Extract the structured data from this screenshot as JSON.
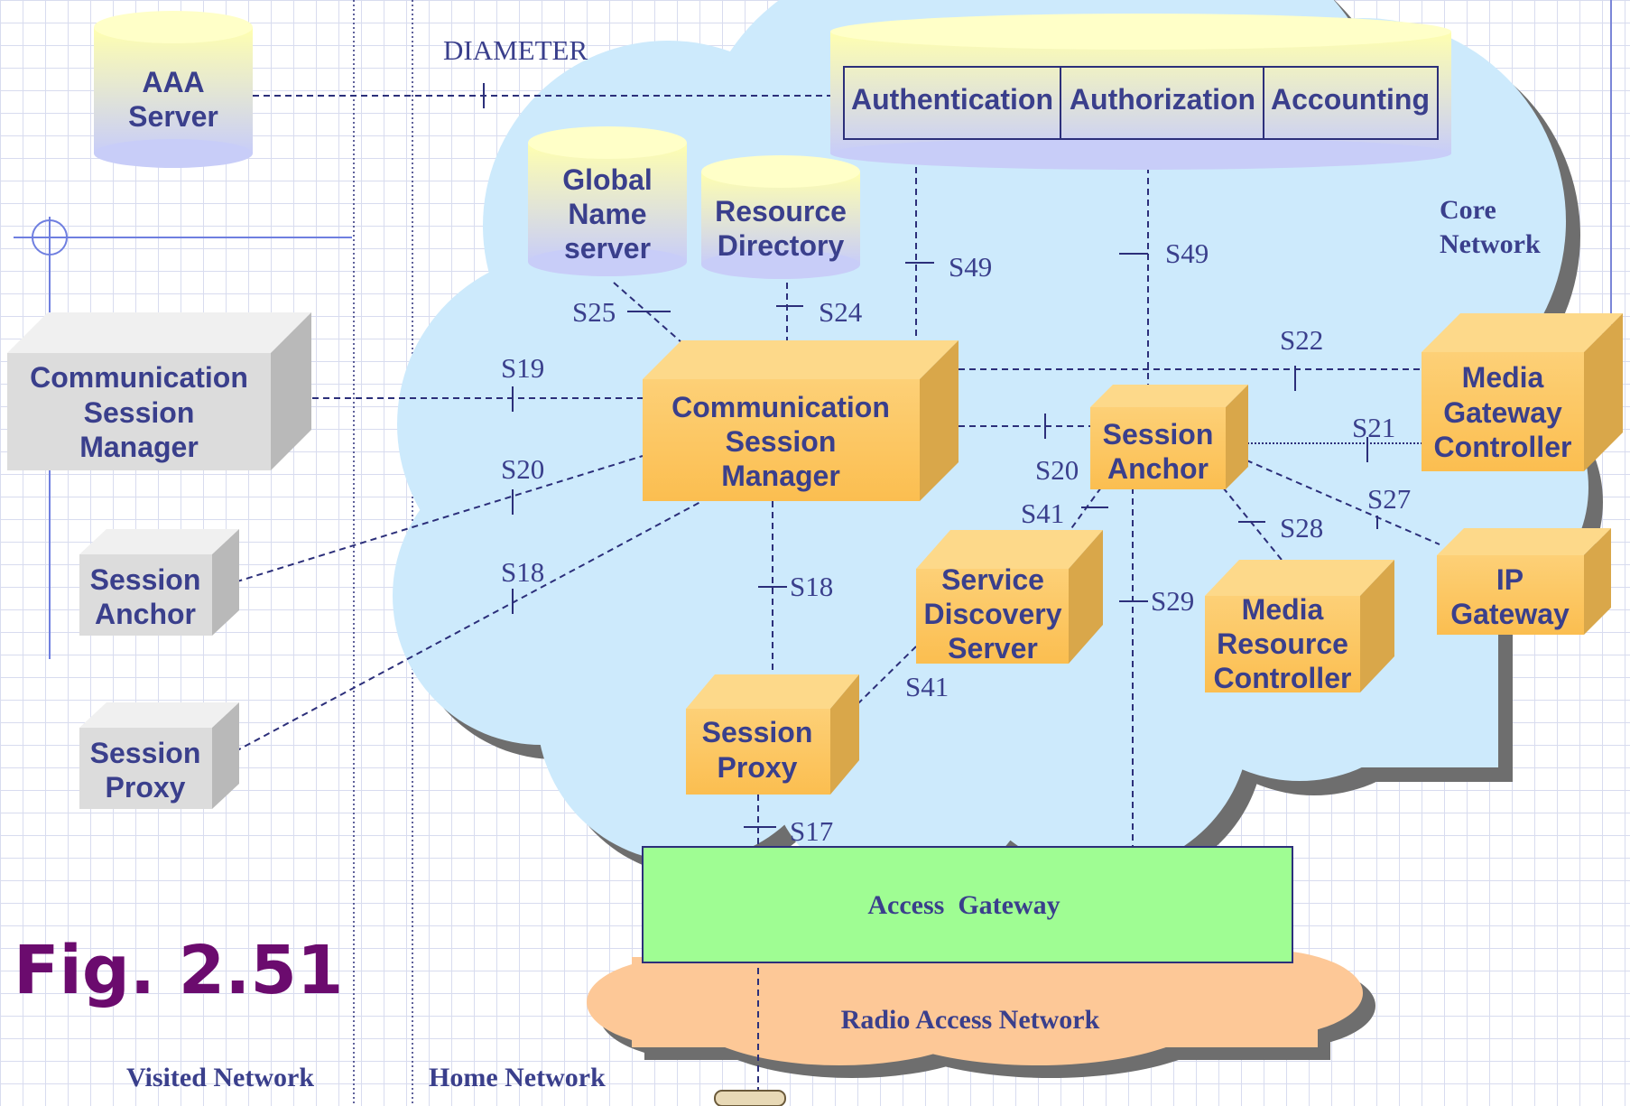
{
  "figure_label": "Fig. 2.51",
  "regions": {
    "visited": "Visited Network",
    "home": "Home Network",
    "core": [
      "Core",
      "Network"
    ],
    "ran": "Radio Access Network"
  },
  "protocol": "DIAMETER",
  "aaa_functions": [
    "Authentication",
    "Authorization",
    "Accounting"
  ],
  "nodes": {
    "aaa_server": [
      "AAA",
      "Server"
    ],
    "global_name_server": [
      "Global",
      "Name",
      "server"
    ],
    "resource_directory": [
      "Resource",
      "Directory"
    ],
    "csm_visited": [
      "Communication",
      "Session",
      "Manager"
    ],
    "session_anchor_visited": [
      "Session",
      "Anchor"
    ],
    "session_proxy_visited": [
      "Session",
      "Proxy"
    ],
    "csm_home": [
      "Communication",
      "Session",
      "Manager"
    ],
    "session_anchor_home": [
      "Session",
      "Anchor"
    ],
    "mgc": [
      "Media",
      "Gateway",
      "Controller"
    ],
    "sds": [
      "Service",
      "Discovery",
      "Server"
    ],
    "mrc": [
      "Media",
      "Resource",
      "Controller"
    ],
    "ip_gateway": [
      "IP",
      "Gateway"
    ],
    "session_proxy_home": [
      "Session",
      "Proxy"
    ],
    "access_gateway": "Access  Gateway"
  },
  "interfaces": {
    "s49a": "S49",
    "s49b": "S49",
    "s25": "S25",
    "s24": "S24",
    "s22": "S22",
    "s19": "S19",
    "s20a": "S20",
    "s20b": "S20",
    "s21": "S21",
    "s18a": "S18",
    "s18b": "S18",
    "s41a": "S41",
    "s41b": "S41",
    "s28": "S28",
    "s27": "S27",
    "s29": "S29",
    "s17": "S17"
  },
  "colors": {
    "cloud": "#cdeafc",
    "ran_cloud": "#fdc897",
    "orange_box": "#fcc763",
    "grey_box": "#dcdcdc",
    "access_gateway": "#9ffd93",
    "text": "#3a3f8c",
    "figure": "#6b0b6e"
  }
}
